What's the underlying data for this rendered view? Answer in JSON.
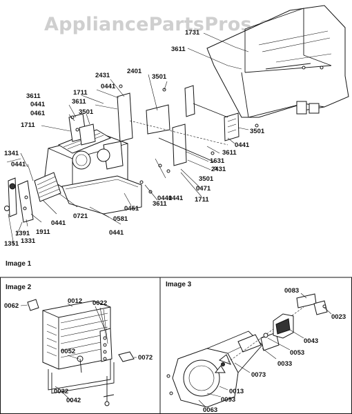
{
  "watermark": "AppliancePartsPros.com",
  "panels": {
    "image1": {
      "caption": "Image 1"
    },
    "image2": {
      "caption": "Image 2"
    },
    "image3": {
      "caption": "Image 3"
    }
  },
  "callouts": {
    "image1": [
      "1731",
      "3611",
      "2431",
      "2401",
      "3501",
      "0441",
      "1711",
      "3611",
      "0441",
      "0461",
      "1711",
      "3611",
      "3501",
      "3501",
      "0441",
      "3611",
      "1631",
      "2431",
      "3501",
      "0471",
      "1711",
      "1341",
      "0441",
      "0441",
      "3611",
      "0451",
      "0441",
      "0721",
      "0581",
      "0441",
      "1391",
      "1331",
      "1911",
      "0441",
      "1351"
    ],
    "image2": [
      "0062",
      "0012",
      "0022",
      "0052",
      "0072",
      "0032",
      "0042"
    ],
    "image3": [
      "0083",
      "0023",
      "0043",
      "0053",
      "0033",
      "0073",
      "0013",
      "0093",
      "0063"
    ]
  }
}
